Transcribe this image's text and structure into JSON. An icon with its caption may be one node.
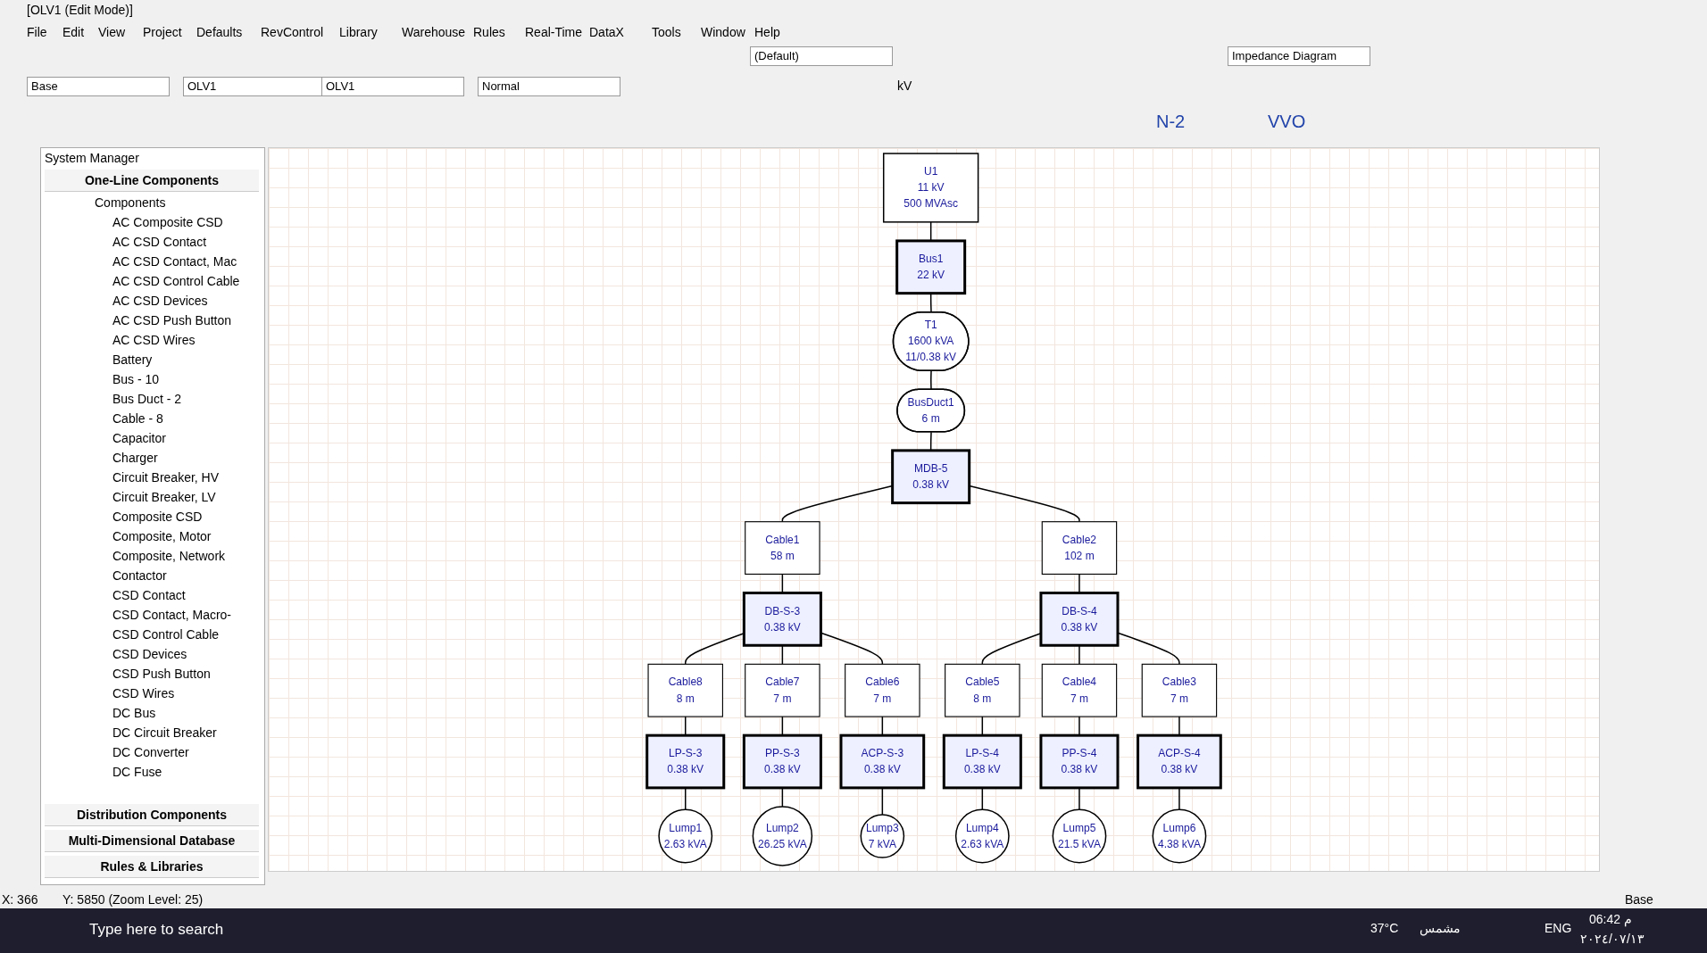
{
  "diagram": {
    "nodes": [
      {
        "text": [
          "U1",
          "11 kV",
          "500 MVAsc"
        ]
      },
      {
        "text": [
          "Bus1",
          "22 kV"
        ]
      },
      {
        "text": [
          "T1",
          "1600 kVA",
          "11/0.38 kV"
        ]
      },
      {
        "text": [
          "BusDuct1",
          "6 m"
        ]
      },
      {
        "text": [
          "MDB-5",
          "0.38 kV"
        ]
      },
      {
        "text": [
          "Cable1",
          "58 m"
        ]
      },
      {
        "text": [
          "Cable2",
          "102 m"
        ]
      },
      {
        "text": [
          "DB-S-3",
          "0.38 kV"
        ]
      },
      {
        "text": [
          "DB-S-4",
          "0.38 kV"
        ]
      },
      {
        "text": [
          "Cable8",
          "8 m"
        ]
      },
      {
        "text": [
          "Cable7",
          "7 m"
        ]
      },
      {
        "text": [
          "Cable6",
          "7 m"
        ]
      },
      {
        "text": [
          "Cable5",
          "8 m"
        ]
      },
      {
        "text": [
          "Cable4",
          "7 m"
        ]
      },
      {
        "text": [
          "Cable3",
          "7 m"
        ]
      },
      {
        "text": [
          "LP-S-3",
          "0.38 kV"
        ]
      },
      {
        "text": [
          "PP-S-3",
          "0.38 kV"
        ]
      },
      {
        "text": [
          "ACP-S-3",
          "0.38 kV"
        ]
      },
      {
        "text": [
          "LP-S-4",
          "0.38 kV"
        ]
      },
      {
        "text": [
          "PP-S-4",
          "0.38 kV"
        ]
      },
      {
        "text": [
          "ACP-S-4",
          "0.38 kV"
        ]
      },
      {
        "text": [
          "Lump1",
          "2.63 kVA"
        ]
      },
      {
        "text": [
          "Lump2",
          "26.25 kVA"
        ]
      },
      {
        "text": [
          "Lump3",
          "7 kVA"
        ]
      },
      {
        "text": [
          "Lump4",
          "2.63 kVA"
        ]
      },
      {
        "text": [
          "Lump5",
          "21.5 kVA"
        ]
      },
      {
        "text": [
          "Lump6",
          "4.38 kVA"
        ]
      }
    ],
    "edges": [
      {
        "from": 0,
        "to": 1,
        "arrow": "none"
      },
      {
        "from": 1,
        "to": 2,
        "arrow": "none"
      },
      {
        "from": 2,
        "to": 3,
        "arrow": "none"
      },
      {
        "from": 3,
        "to": 4,
        "arrow": "none"
      },
      {
        "from": 4,
        "to": 5,
        "arrow": "none"
      },
      {
        "from": 4,
        "to": 6,
        "arrow": "none"
      },
      {
        "from": 5,
        "to": 7,
        "arrow": "none"
      },
      {
        "from": 6,
        "to": 8,
        "arrow": "none"
      },
      {
        "from": 7,
        "to": 9,
        "arrow": "none"
      },
      {
        "from": 7,
        "to": 10,
        "arrow": "none"
      },
      {
        "from": 7,
        "to": 11,
        "arrow": "none"
      },
      {
        "from": 8,
        "to": 12,
        "arrow": "none"
      },
      {
        "from": 8,
        "to": 13,
        "arrow": "none"
      },
      {
        "from": 8,
        "to": 14,
        "arrow": "none"
      },
      {
        "from": 9,
        "to": 15,
        "arrow": "none"
      },
      {
        "from": 10,
        "to": 16,
        "arrow": "none"
      },
      {
        "from": 11,
        "to": 17,
        "arrow": "none"
      },
      {
        "from": 12,
        "to": 18,
        "arrow": "none"
      },
      {
        "from": 13,
        "to": 19,
        "arrow": "none"
      },
      {
        "from": 14,
        "to": 20,
        "arrow": "none"
      },
      {
        "from": 15,
        "to": 21,
        "arrow": "none"
      },
      {
        "from": 16,
        "to": 22,
        "arrow": "none"
      },
      {
        "from": 17,
        "to": 23,
        "arrow": "none"
      },
      {
        "from": 18,
        "to": 24,
        "arrow": "none"
      },
      {
        "from": 19,
        "to": 25,
        "arrow": "none"
      },
      {
        "from": 20,
        "to": 26,
        "arrow": "none"
      }
    ],
    "labels": [
      "[OLV1 (Edit Mode)]",
      "File",
      "Edit",
      "View",
      "Project",
      "Defaults",
      "RevControl",
      "Library",
      "Warehouse",
      "Rules",
      "Real-Time",
      "DataX",
      "Tools",
      "Window",
      "Help",
      "(Default)",
      "Impedance Diagram",
      "Base",
      "OLV1",
      "OLV1",
      "Normal",
      "kV",
      "N-2",
      "VVO",
      "System Manager",
      "One-Line Components",
      "Components",
      "AC Composite CSD",
      "AC CSD Contact",
      "AC CSD Contact, Mac",
      "AC CSD Control Cable",
      "AC CSD Devices",
      "AC CSD Push Button",
      "AC CSD Wires",
      "Battery",
      "Bus - 10",
      "Bus Duct - 2",
      "Cable - 8",
      "Capacitor",
      "Charger",
      "Circuit Breaker, HV",
      "Circuit Breaker, LV",
      "Composite CSD",
      "Composite, Motor",
      "Composite, Network",
      "Contactor",
      "CSD Contact",
      "CSD Contact, Macro-",
      "CSD Control Cable",
      "CSD Devices",
      "CSD Push Button",
      "CSD Wires",
      "DC Bus",
      "DC Circuit Breaker",
      "DC Converter",
      "DC Fuse",
      "Distribution Components",
      "Multi-Dimensional Database",
      "Rules & Libraries",
      "X: 366",
      "Y: 5850 (Zoom Level: 25)",
      "Base",
      "Type here to search",
      "37°C",
      "مشمس",
      "ENG",
      "06:42 م",
      "٢٠٢٤/٠٧/١٣"
    ]
  }
}
